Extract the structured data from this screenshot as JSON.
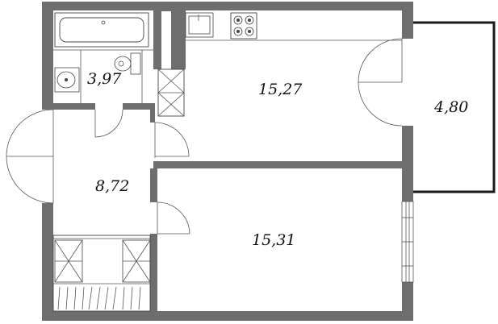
{
  "rooms": [
    {
      "id": "bathroom",
      "area": "3,97"
    },
    {
      "id": "kitchen_living",
      "area": "15,27"
    },
    {
      "id": "balcony",
      "area": "4,80"
    },
    {
      "id": "hallway",
      "area": "8,72"
    },
    {
      "id": "bedroom",
      "area": "15,31"
    }
  ],
  "colors": {
    "wall": "#6e6e6e",
    "line": "#333333",
    "balcony_outline": "#1a1a1a",
    "background": "#ffffff"
  },
  "icons": [
    "bathtub-icon",
    "toilet-icon",
    "sink-icon",
    "kitchen-sink-icon",
    "stove-icon",
    "ventilation-shaft-icon",
    "wardrobe-icon"
  ]
}
